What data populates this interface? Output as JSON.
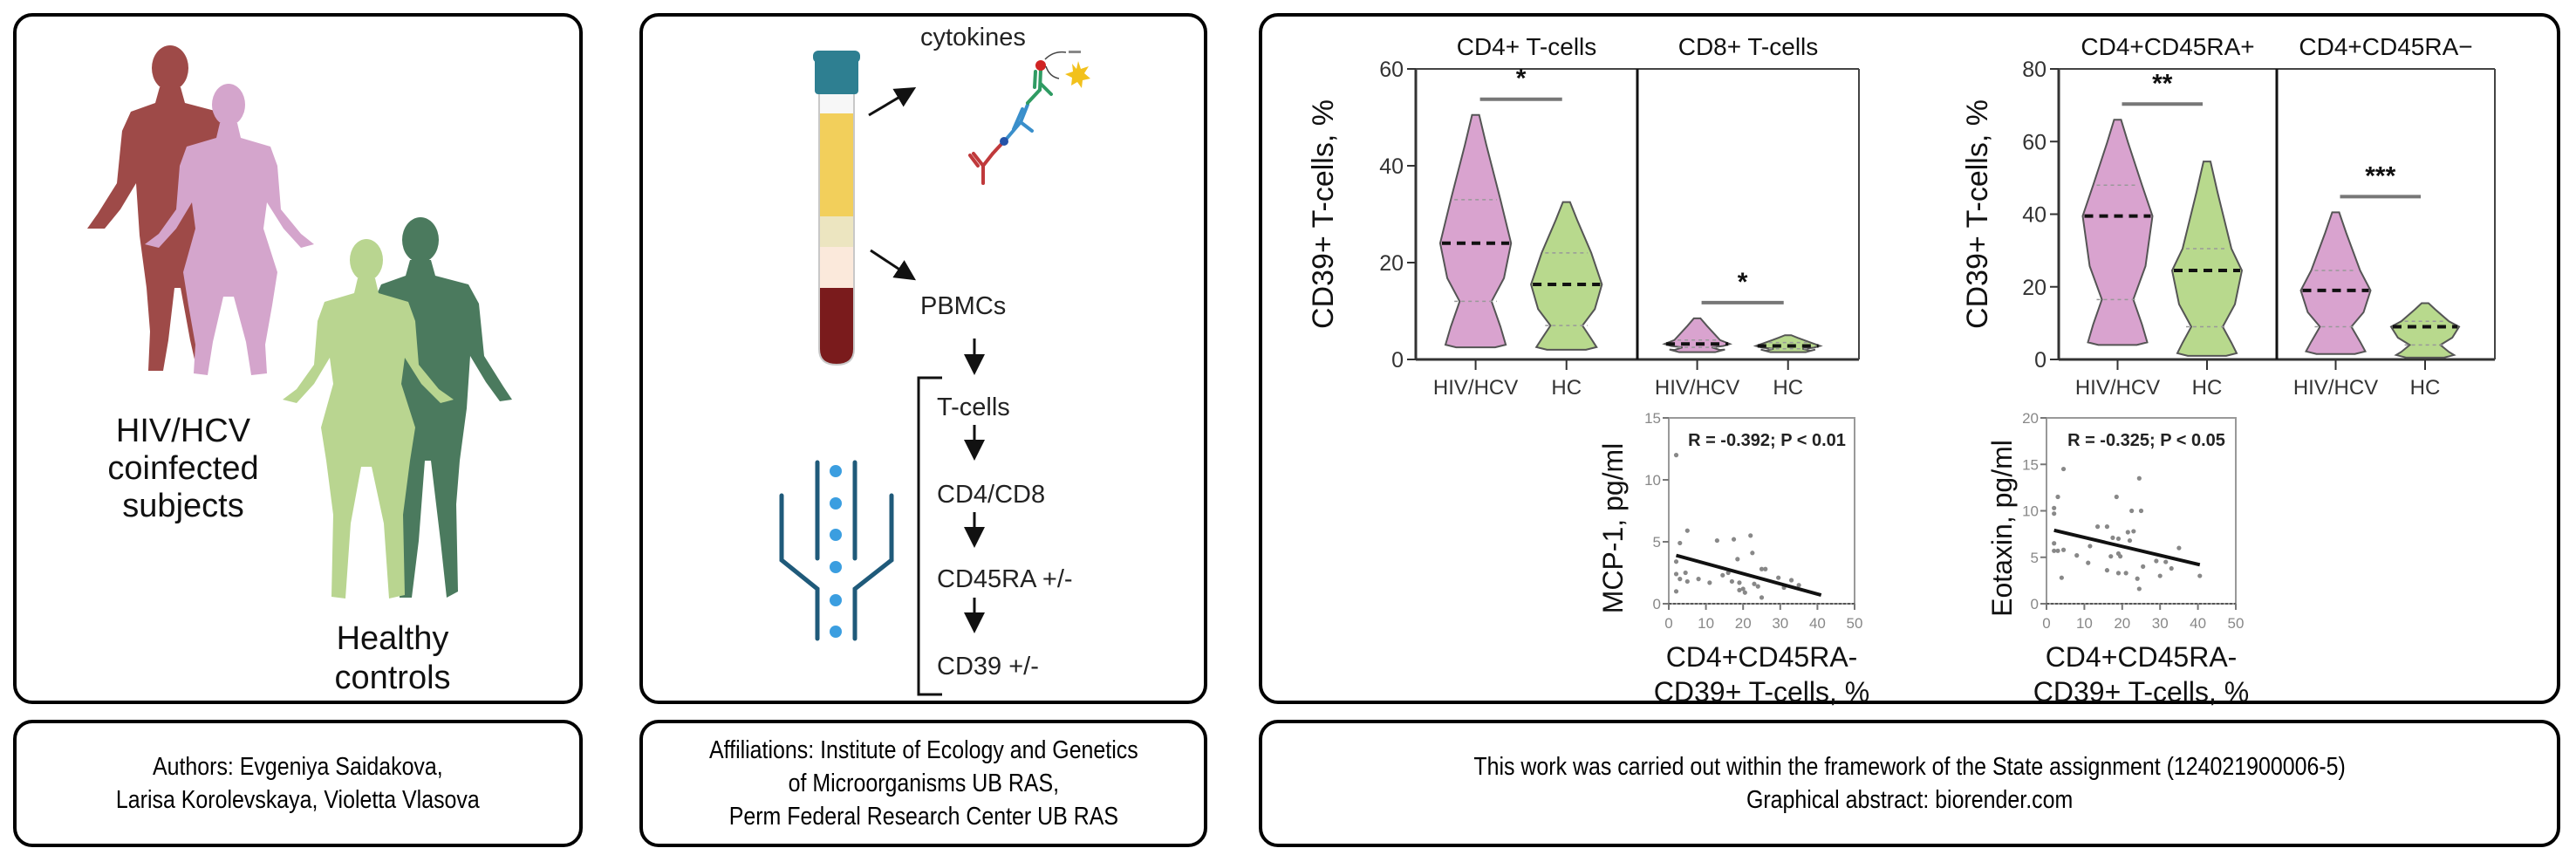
{
  "panels": {
    "cohorts": {
      "hiv_label": [
        "HIV/HCV",
        "coinfected",
        "subjects"
      ],
      "hc_label": [
        "Healthy",
        "controls"
      ],
      "colors": {
        "hiv_male": "#9e4a48",
        "hiv_female": "#d4a5cc",
        "hc_female": "#b9d590",
        "hc_male": "#4b7a5e"
      }
    },
    "workflow": {
      "cytokines_label": "cytokines",
      "pbmc_label": "PBMCs",
      "steps": [
        "T-cells",
        "CD4/CD8",
        "CD45RA +/-",
        "CD39 +/-"
      ],
      "colors": {
        "cap": "#2e7f91",
        "plasma": "#f2cf5b",
        "buffy": "#ece5c0",
        "layer": "#fbe9db",
        "rbc": "#7a1b1c",
        "flow": "#1f5a7a",
        "cells": "#3b9ee0"
      }
    }
  },
  "footer": {
    "authors": [
      "Authors: Evgeniya Saidakova,",
      "Larisa Korolevskaya, Violetta Vlasova"
    ],
    "affiliations": [
      "Affiliations: Institute of Ecology and Genetics",
      "of Microorganisms UB RAS,",
      "Perm Federal Research Center UB RAS"
    ],
    "funding": [
      "This work was carried out within the framework of the State assignment (124021900006-5)",
      "Graphical abstract: biorender.com"
    ]
  },
  "chart_data": [
    {
      "type": "violin",
      "title": "CD39+ T-cells in CD4+ and CD8+ T-cells",
      "ylabel": "CD39+ T-cells, %",
      "ylim": [
        0,
        60
      ],
      "yticks": [
        0,
        20,
        40,
        60
      ],
      "facets": [
        {
          "title": "CD4+ T-cells",
          "significance": "*",
          "groups": [
            {
              "name": "HIV/HCV",
              "color": "#d9a3cf",
              "min": 2.5,
              "max": 50.5,
              "median": 24,
              "q1": 12,
              "q3": 33
            },
            {
              "name": "HC",
              "color": "#b8d98d",
              "min": 2,
              "max": 32.5,
              "median": 15.5,
              "q1": 7,
              "q3": 22
            }
          ]
        },
        {
          "title": "CD8+ T-cells",
          "significance": "*",
          "groups": [
            {
              "name": "HIV/HCV",
              "color": "#d9a3cf",
              "min": 1.5,
              "max": 8.5,
              "median": 3.2,
              "q1": 2.5,
              "q3": 4
            },
            {
              "name": "HC",
              "color": "#b8d98d",
              "min": 1.5,
              "max": 5,
              "median": 2.8,
              "q1": 2.2,
              "q3": 3.5
            }
          ]
        }
      ]
    },
    {
      "type": "violin",
      "title": "CD39+ T-cells in CD4+CD45RA+ and CD4+CD45RA- subsets",
      "ylabel": "CD39+ T-cells, %",
      "ylim": [
        0,
        80
      ],
      "yticks": [
        0,
        20,
        40,
        60,
        80
      ],
      "facets": [
        {
          "title": "CD4+CD45RA+",
          "significance": "**",
          "groups": [
            {
              "name": "HIV/HCV",
              "color": "#d9a3cf",
              "min": 4,
              "max": 66,
              "median": 39.5,
              "q1": 16.5,
              "q3": 48
            },
            {
              "name": "HC",
              "color": "#b8d98d",
              "min": 1,
              "max": 54.5,
              "median": 24.5,
              "q1": 9,
              "q3": 30.5
            }
          ]
        },
        {
          "title": "CD4+CD45RA−",
          "significance": "***",
          "groups": [
            {
              "name": "HIV/HCV",
              "color": "#d9a3cf",
              "min": 1.5,
              "max": 40.5,
              "median": 19,
              "q1": 9,
              "q3": 24.5
            },
            {
              "name": "HC",
              "color": "#b8d98d",
              "min": 0.5,
              "max": 15.5,
              "median": 9,
              "q1": 4,
              "q3": 10.5
            }
          ]
        }
      ]
    },
    {
      "type": "scatter",
      "annotation": "R = -0.392; P < 0.01",
      "xlabel": "CD4+CD45RA- CD39+ T-cells, %",
      "ylabel": "MCP-1, pg/ml",
      "xlim": [
        0,
        50
      ],
      "ylim": [
        0,
        15
      ],
      "xticks": [
        0,
        10,
        20,
        30,
        40,
        50
      ],
      "yticks": [
        0,
        5,
        10,
        15
      ],
      "fit": {
        "x": [
          2,
          41
        ],
        "y": [
          3.9,
          0.7
        ]
      },
      "points": [
        [
          2,
          12
        ],
        [
          2,
          3.4
        ],
        [
          2,
          2.4
        ],
        [
          2,
          1
        ],
        [
          3,
          2
        ],
        [
          3,
          4.9
        ],
        [
          4.5,
          2.5
        ],
        [
          5,
          1.8
        ],
        [
          5,
          5.9
        ],
        [
          8,
          2
        ],
        [
          11,
          1.7
        ],
        [
          13,
          5.1
        ],
        [
          14.5,
          2.3
        ],
        [
          16,
          2.5
        ],
        [
          17,
          1.8
        ],
        [
          17.5,
          5.2
        ],
        [
          18.5,
          3.6
        ],
        [
          19,
          1.7
        ],
        [
          19,
          1.1
        ],
        [
          20,
          1.2
        ],
        [
          20.5,
          0.9
        ],
        [
          22,
          5.5
        ],
        [
          22.5,
          4.1
        ],
        [
          23,
          1.6
        ],
        [
          24,
          1.4
        ],
        [
          25,
          2.8
        ],
        [
          25,
          0.5
        ],
        [
          26,
          2.8
        ],
        [
          29.5,
          2.1
        ],
        [
          31,
          1.3
        ],
        [
          33,
          1.9
        ],
        [
          35,
          1.5
        ]
      ]
    },
    {
      "type": "scatter",
      "annotation": "R = -0.325; P < 0.05",
      "xlabel": "CD4+CD45RA- CD39+ T-cells, %",
      "ylabel": "Eotaxin, pg/ml",
      "xlim": [
        0,
        50
      ],
      "ylim": [
        0,
        20
      ],
      "xticks": [
        0,
        10,
        20,
        30,
        40,
        50
      ],
      "yticks": [
        0,
        5,
        10,
        15,
        20
      ],
      "fit": {
        "x": [
          2,
          40.5
        ],
        "y": [
          7.9,
          4.2
        ]
      },
      "points": [
        [
          2,
          10.3
        ],
        [
          2,
          9.7
        ],
        [
          2,
          6.5
        ],
        [
          2,
          5.7
        ],
        [
          3,
          11.5
        ],
        [
          3,
          5.7
        ],
        [
          4,
          2.8
        ],
        [
          4.5,
          14.5
        ],
        [
          4.5,
          5.8
        ],
        [
          8,
          5.2
        ],
        [
          11,
          4.4
        ],
        [
          11.5,
          6.2
        ],
        [
          13.5,
          8.3
        ],
        [
          16,
          8.3
        ],
        [
          16,
          3.6
        ],
        [
          17,
          5.1
        ],
        [
          17.5,
          7.1
        ],
        [
          18.5,
          11.5
        ],
        [
          19,
          3.3
        ],
        [
          19,
          5.4
        ],
        [
          19,
          7
        ],
        [
          19.5,
          5.1
        ],
        [
          21,
          3.3
        ],
        [
          21.5,
          7.7
        ],
        [
          22,
          6.8
        ],
        [
          22.5,
          10
        ],
        [
          23,
          7.8
        ],
        [
          24,
          2.7
        ],
        [
          24.5,
          13.5
        ],
        [
          24.5,
          1.6
        ],
        [
          25,
          10
        ],
        [
          25.5,
          4
        ],
        [
          29,
          4.6
        ],
        [
          30,
          3
        ],
        [
          31.5,
          4.5
        ],
        [
          33,
          3.8
        ],
        [
          35,
          6
        ],
        [
          40.5,
          3
        ]
      ]
    }
  ]
}
